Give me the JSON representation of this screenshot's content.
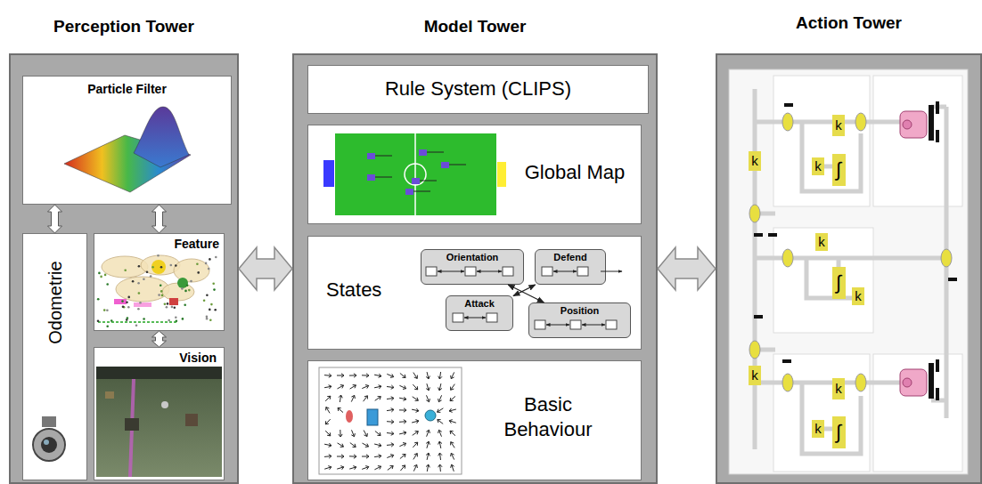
{
  "diagram": {
    "nodes": [
      {
        "text": [
          "Perception Tower"
        ]
      },
      {
        "text": [
          "Particle Filter"
        ],
        "in": 0
      },
      {
        "text": [
          "Odometrie"
        ],
        "in": 0
      },
      {
        "text": [
          "Feature"
        ],
        "in": 0
      },
      {
        "text": [
          "Vision"
        ],
        "in": 0
      },
      {
        "text": [
          "Model Tower"
        ]
      },
      {
        "text": [
          "Rule System (CLIPS)"
        ],
        "in": 5
      },
      {
        "text": [
          "Global Map"
        ],
        "in": 5
      },
      {
        "text": [
          "States"
        ],
        "in": 5
      },
      {
        "text": [
          "Orientation"
        ],
        "in": 8
      },
      {
        "text": [
          "Defend"
        ],
        "in": 8
      },
      {
        "text": [
          "Attack"
        ],
        "in": 8
      },
      {
        "text": [
          "Position"
        ],
        "in": 8
      },
      {
        "text": [
          "Basic Behaviour"
        ],
        "in": 5
      },
      {
        "text": [
          "Action Tower"
        ]
      },
      {
        "text": [
          "k"
        ],
        "in": 14
      },
      {
        "text": [
          "k"
        ],
        "in": 14
      },
      {
        "text": [
          "k"
        ],
        "in": 14
      },
      {
        "text": [
          "∫"
        ],
        "in": 14
      },
      {
        "text": [
          "k"
        ],
        "in": 14
      },
      {
        "text": [
          "∫"
        ],
        "in": 14
      },
      {
        "text": [
          "k"
        ],
        "in": 14
      },
      {
        "text": [
          "k"
        ],
        "in": 14
      },
      {
        "text": [
          "k"
        ],
        "in": 14
      },
      {
        "text": [
          "k"
        ],
        "in": 14
      },
      {
        "text": [
          "∫"
        ],
        "in": 14
      }
    ],
    "edges": [
      {
        "from": 1,
        "to": 2,
        "arrow": "both"
      },
      {
        "from": 1,
        "to": 3,
        "arrow": "both"
      },
      {
        "from": 3,
        "to": 4,
        "arrow": "both"
      },
      {
        "from": 0,
        "to": 5,
        "arrow": "both"
      },
      {
        "from": 5,
        "to": 14,
        "arrow": "both"
      },
      {
        "from": 9,
        "to": 12,
        "arrow": "both"
      },
      {
        "from": 11,
        "to": 10,
        "arrow": "both"
      }
    ]
  }
}
